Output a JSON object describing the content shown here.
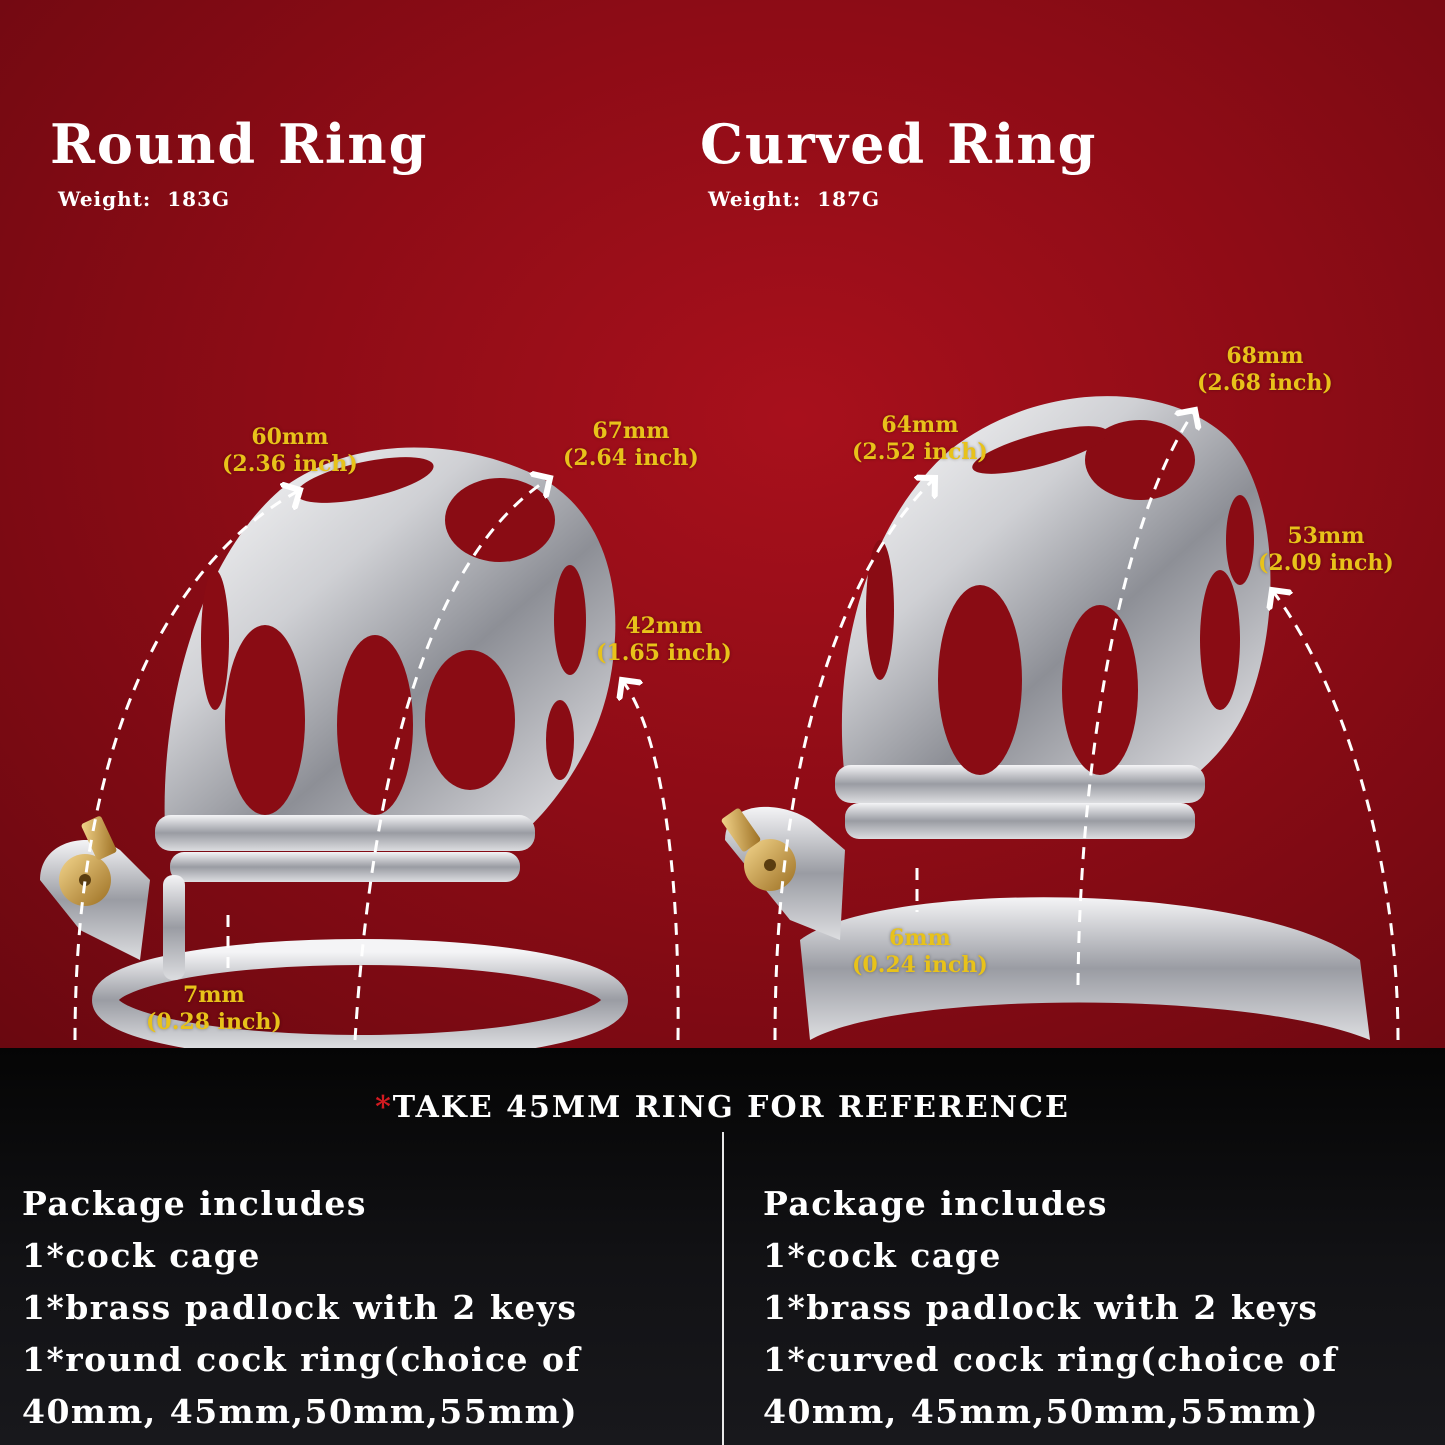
{
  "products": [
    {
      "title": "Round Ring",
      "weight_label": "Weight:",
      "weight_value": "183G",
      "measurements": [
        {
          "mm": "60mm",
          "inch": "(2.36 inch)"
        },
        {
          "mm": "67mm",
          "inch": "(2.64 inch)"
        },
        {
          "mm": "42mm",
          "inch": "(1.65 inch)"
        },
        {
          "mm": "7mm",
          "inch": "(0.28 inch)"
        }
      ]
    },
    {
      "title": "Curved Ring",
      "weight_label": "Weight:",
      "weight_value": "187G",
      "measurements": [
        {
          "mm": "64mm",
          "inch": "(2.52 inch)"
        },
        {
          "mm": "68mm",
          "inch": "(2.68 inch)"
        },
        {
          "mm": "53mm",
          "inch": "(2.09 inch)"
        },
        {
          "mm": "6mm",
          "inch": "(0.24 inch)"
        }
      ]
    }
  ],
  "reference": {
    "asterisk": "*",
    "text": "TAKE 45MM RING FOR REFERENCE"
  },
  "packages": [
    {
      "heading": "Package includes",
      "items": [
        "1*cock cage",
        "1*brass padlock with 2 keys",
        "1*round cock ring(choice of 40mm, 45mm,50mm,55mm)"
      ]
    },
    {
      "heading": "Package includes",
      "items": [
        "1*cock cage",
        "1*brass padlock with 2 keys",
        "1*curved cock ring(choice of 40mm, 45mm,50mm,55mm)"
      ]
    }
  ],
  "colors": {
    "background_red": "#8e0c16",
    "measure_yellow": "#e8c21a",
    "asterisk_red": "#d21a20",
    "bottom_black": "#0b0b0c"
  }
}
